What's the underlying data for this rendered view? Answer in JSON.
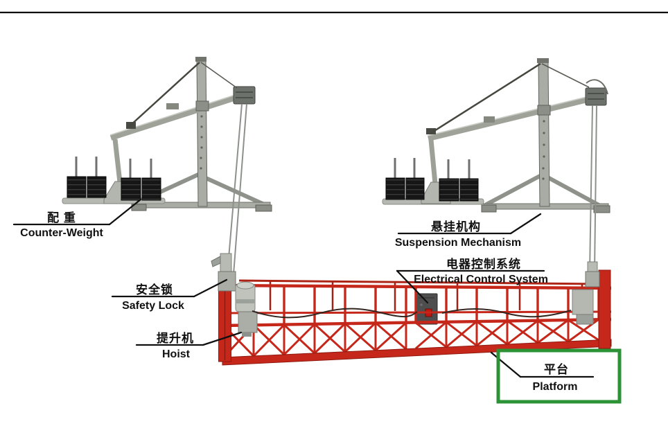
{
  "page": {
    "title": "Suspended working platform parts diagram",
    "background": "#ffffff"
  },
  "colors": {
    "platform_red": "#c5271a",
    "structure_gray": "#9ca096",
    "counterweight_black": "#161616",
    "annotation_line": "#101010",
    "highlight_green": "#2b9235"
  },
  "highlight": {
    "highlighted_label": "platform",
    "box_color": "#2b9235"
  },
  "labels": {
    "counter_weight": {
      "zh": "配 重",
      "en": "Counter-Weight"
    },
    "suspension_mechanism": {
      "zh": "悬挂机构",
      "en": "Suspension Mechanism"
    },
    "electrical_control_system": {
      "zh": "电器控制系统",
      "en": "Electrical Control System"
    },
    "safety_lock": {
      "zh": "安全锁",
      "en": "Safety Lock"
    },
    "hoist": {
      "zh": "提升机",
      "en": "Hoist"
    },
    "platform": {
      "zh": "平台",
      "en": "Platform"
    }
  }
}
